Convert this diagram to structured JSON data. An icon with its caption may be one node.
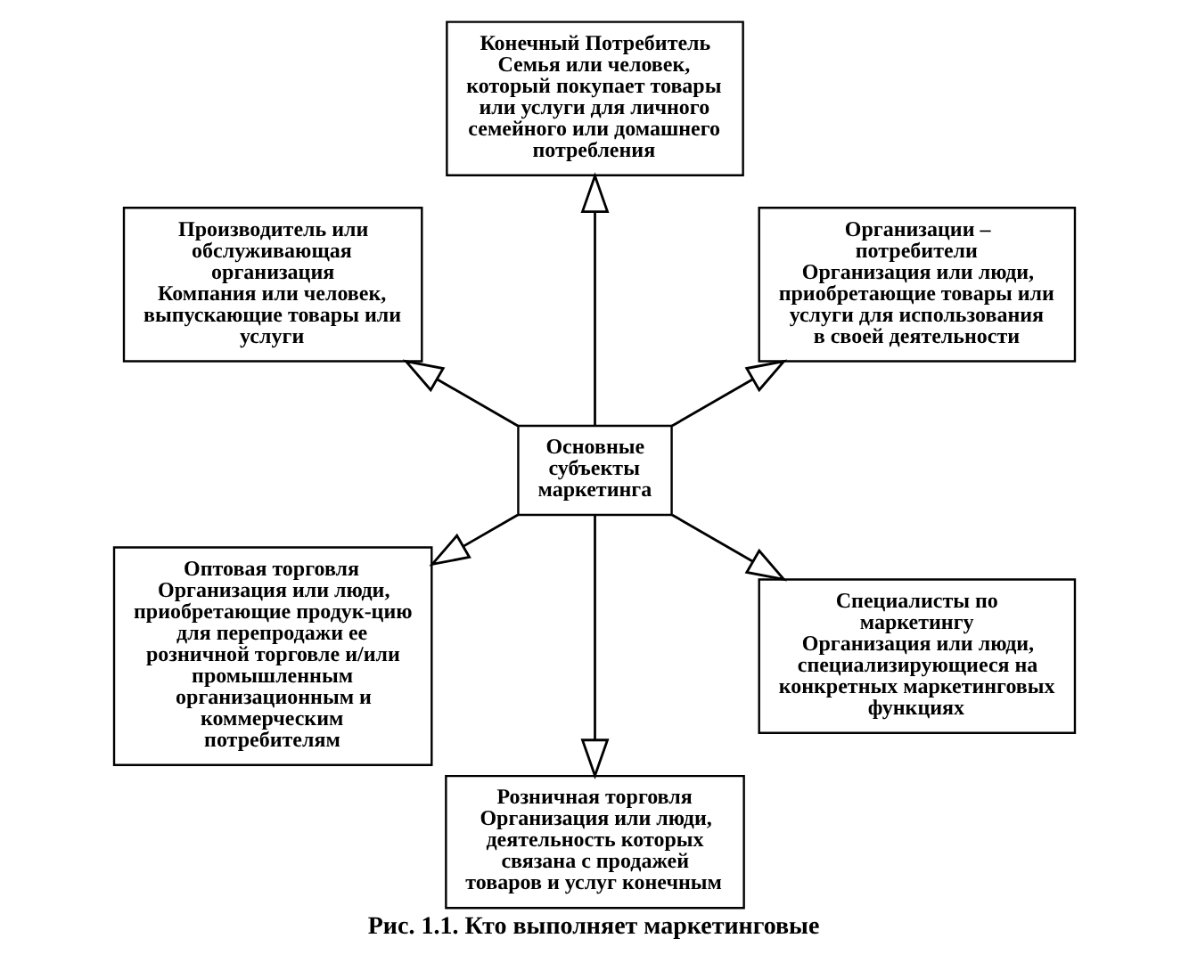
{
  "diagram": {
    "caption": "Рис. 1.1. Кто выполняет маркетинговые",
    "nodes": [
      {
        "text": [
          "Конечный Потребитель",
          "Семья или человек, который покупает товары или услуги для личного семейного или домашнего потребления"
        ]
      },
      {
        "text": [
          "Производитель или обслуживающая организация",
          "Компания или человек, выпускающие товары или услуги"
        ]
      },
      {
        "text": [
          "Организации – потребители",
          "Организация или люди, приобретающие товары или услуги для использования в своей деятельности"
        ]
      },
      {
        "text": [
          "Основные субъекты маркетинга"
        ]
      },
      {
        "text": [
          "Оптовая торговля",
          "Организация или люди, приобретающие продук-цию для перепродажи ее розничной торговле и/или промышленным организационным и коммерческим потребителям"
        ]
      },
      {
        "text": [
          "Специалисты по маркетингу",
          "Организация или люди, специализирующиеся на конкретных маркетинговых функциях"
        ]
      },
      {
        "text": [
          "Розничная торговля",
          "Организация или люди, деятельность которых связана с продажей товаров и услуг конечным"
        ]
      }
    ],
    "edges": [
      {
        "from": 3,
        "to": 0,
        "arrow": "to"
      },
      {
        "from": 3,
        "to": 1,
        "arrow": "to"
      },
      {
        "from": 3,
        "to": 2,
        "arrow": "to"
      },
      {
        "from": 3,
        "to": 4,
        "arrow": "to"
      },
      {
        "from": 3,
        "to": 5,
        "arrow": "to"
      },
      {
        "from": 3,
        "to": 6,
        "arrow": "to"
      }
    ]
  }
}
